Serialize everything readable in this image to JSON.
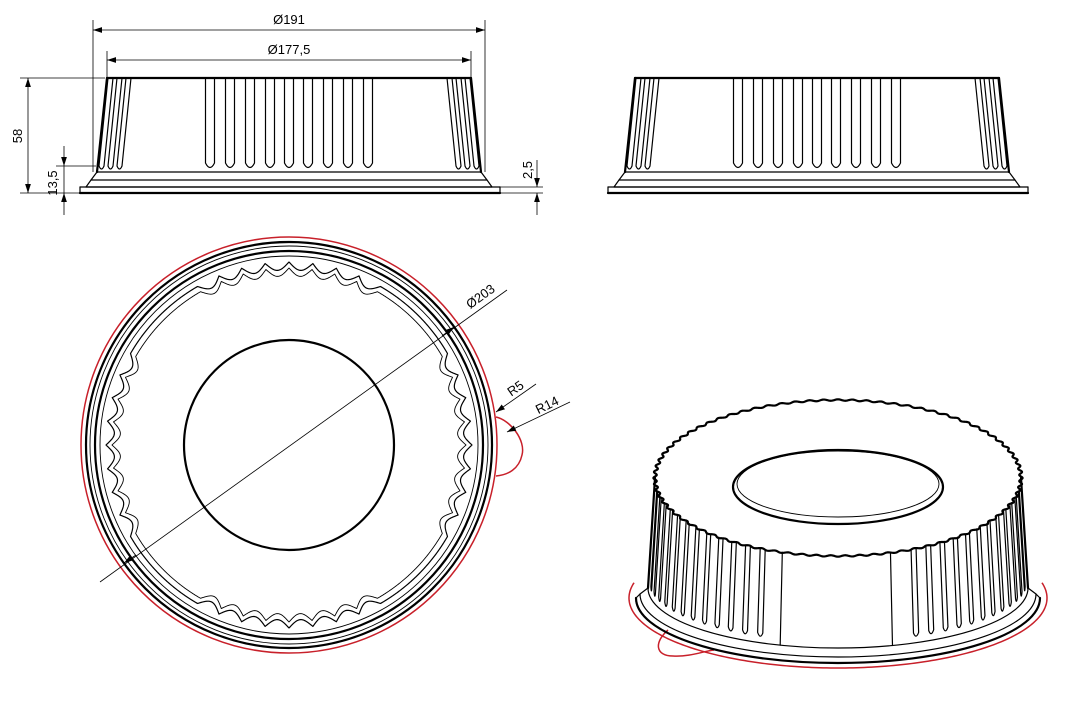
{
  "drawing": {
    "colors": {
      "line": "#000000",
      "highlight": "#c8202a",
      "background": "#ffffff"
    },
    "front_view": {
      "outer_diameter": "Ø191",
      "top_diameter": "Ø177,5",
      "height": "58",
      "base_height": "13,5",
      "flange_thickness": "2,5"
    },
    "top_view": {
      "flange_diameter": "Ø203",
      "radius_small": "R5",
      "radius_large": "R14"
    }
  }
}
